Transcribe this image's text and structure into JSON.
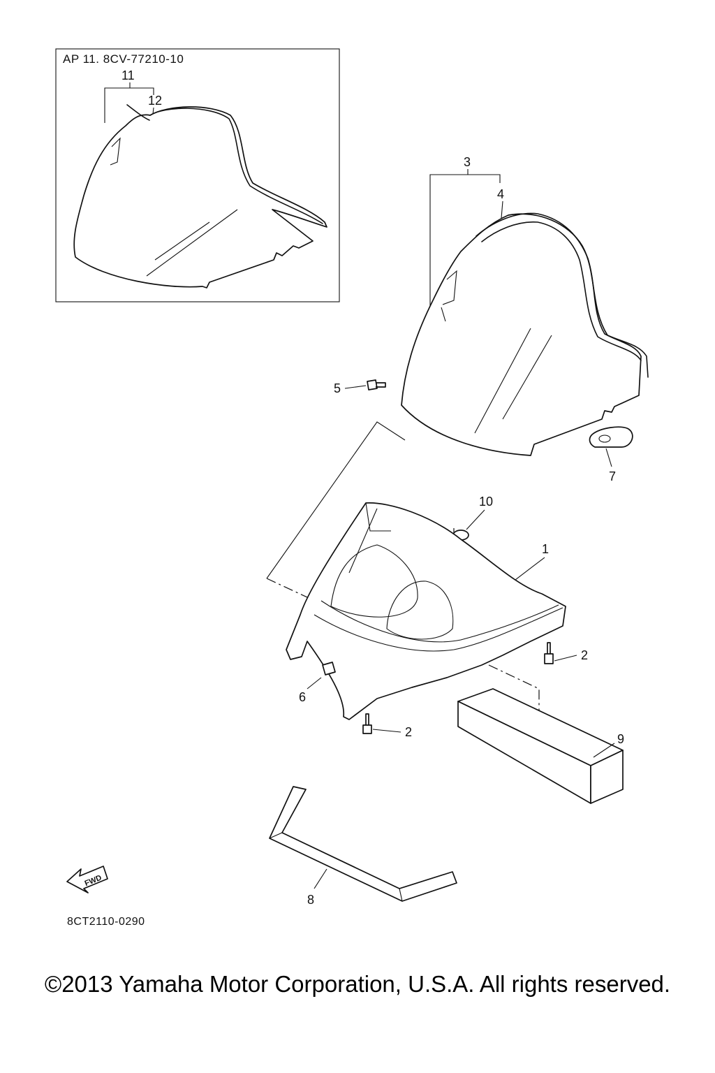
{
  "inset": {
    "header": "AP  11. 8CV-77210-10"
  },
  "callouts": {
    "c1": "1",
    "c2a": "2",
    "c2b": "2",
    "c3": "3",
    "c4": "4",
    "c5": "5",
    "c6": "6",
    "c7": "7",
    "c8": "8",
    "c9": "9",
    "c10": "10",
    "c11": "11",
    "c12": "12"
  },
  "fwd_arrow": {
    "label": "FWD"
  },
  "diagram_code": "8CT2110-0290",
  "copyright": "©2013 Yamaha Motor Corporation, U.S.A. All rights reserved."
}
